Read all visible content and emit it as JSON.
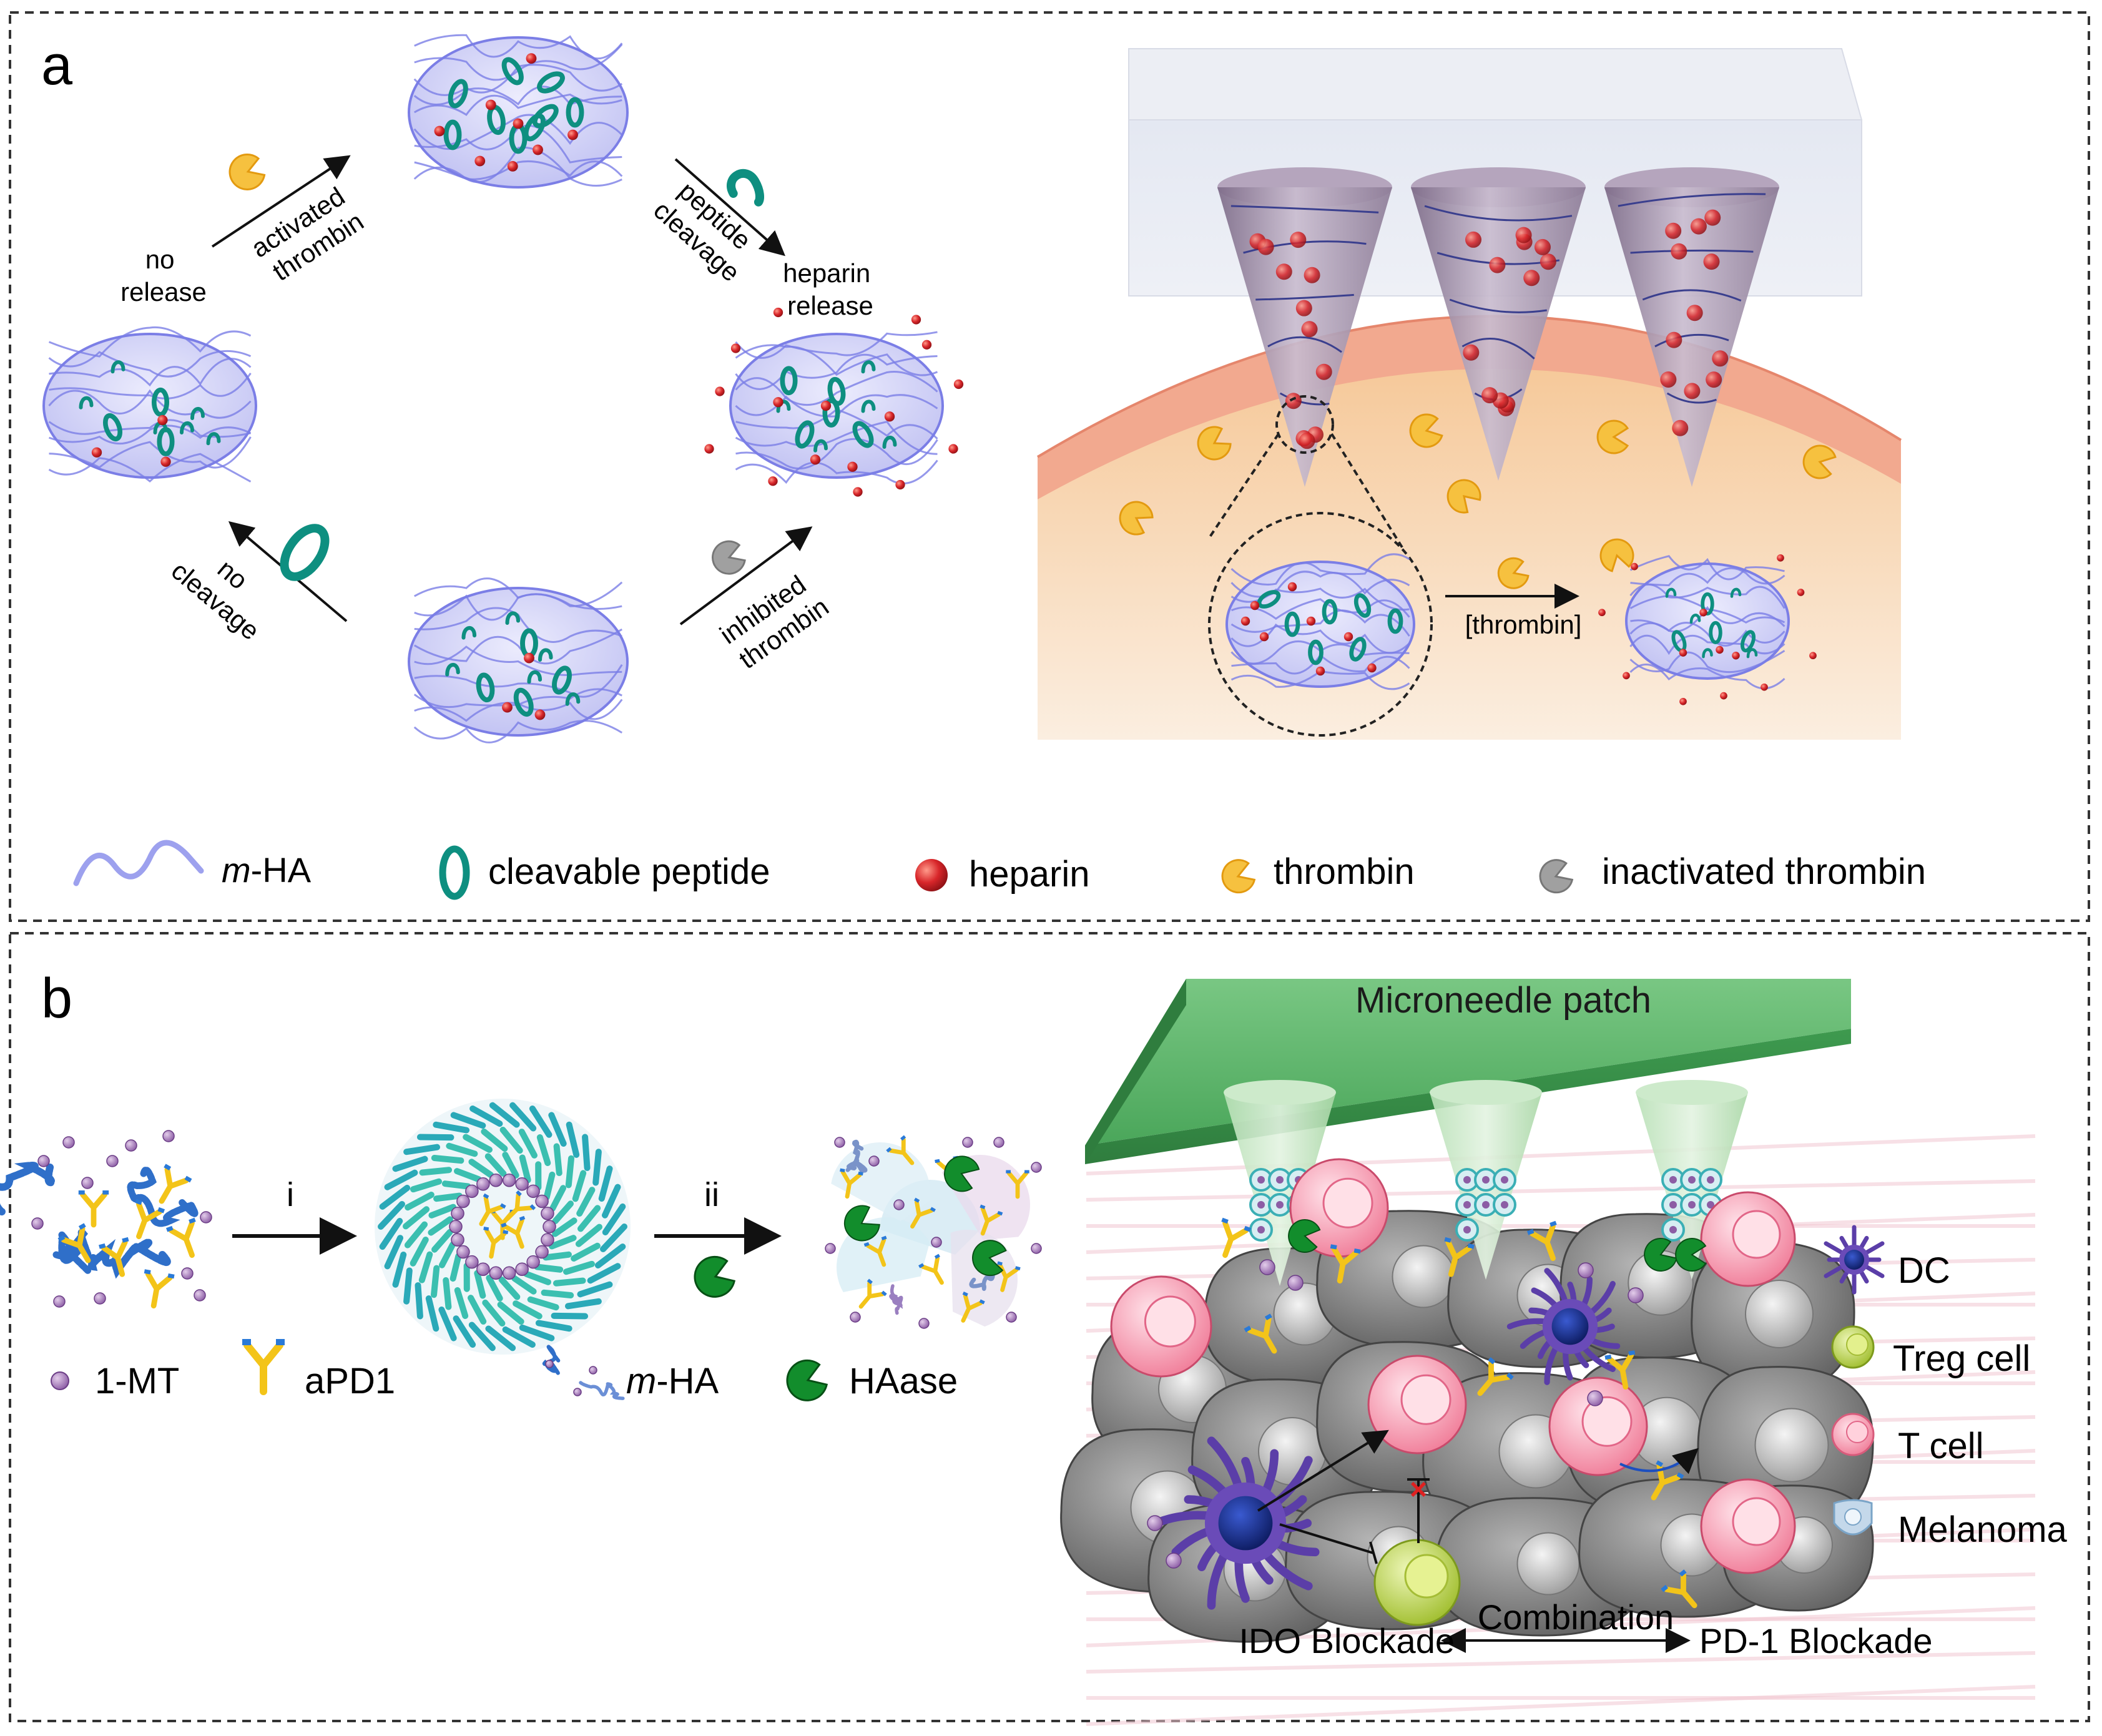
{
  "panel_a": {
    "label": "a",
    "cycle": {
      "no_release": [
        "no",
        "release"
      ],
      "activated_thrombin": [
        "activated",
        "thrombin"
      ],
      "peptide_cleavage": [
        "peptide",
        "cleavage"
      ],
      "heparin_release": [
        "heparin",
        "release"
      ],
      "inhibited_thrombin": [
        "inhibited",
        "thrombin"
      ],
      "no_cleavage": [
        "no",
        "cleavage"
      ]
    },
    "thrombin_arrow_label": "[thrombin]",
    "legend": {
      "m_prefix": "m",
      "m_suffix": "-HA",
      "cleavable_peptide": "cleavable peptide",
      "heparin": "heparin",
      "thrombin": "thrombin",
      "inactivated_thrombin": "inactivated thrombin"
    }
  },
  "panel_b": {
    "label": "b",
    "step_i": "i",
    "step_ii": "ii",
    "microneedle_patch": "Microneedle patch",
    "legend_left": {
      "mt": "1-MT",
      "apd1": "aPD1",
      "mha_prefix": "m",
      "mha_suffix": "-HA",
      "haase": "HAase"
    },
    "legend_right": {
      "dc": "DC",
      "treg": "Treg cell",
      "tcell": "T cell",
      "melanoma": "Melanoma"
    },
    "combination": "Combination",
    "ido": "IDO Blockade",
    "pd1": "PD-1 Blockade"
  },
  "colors": {
    "peptide": "#0e8f80",
    "heparin": "#d8262a",
    "thrombin": "#f6c13f",
    "inactive": "#9a9a9a",
    "gel": "#c9c9f6",
    "gel_line": "#7b7ee6",
    "patch": "#5cb868",
    "tissue": "#f6cfa0",
    "cell": "#7a7a7a"
  }
}
